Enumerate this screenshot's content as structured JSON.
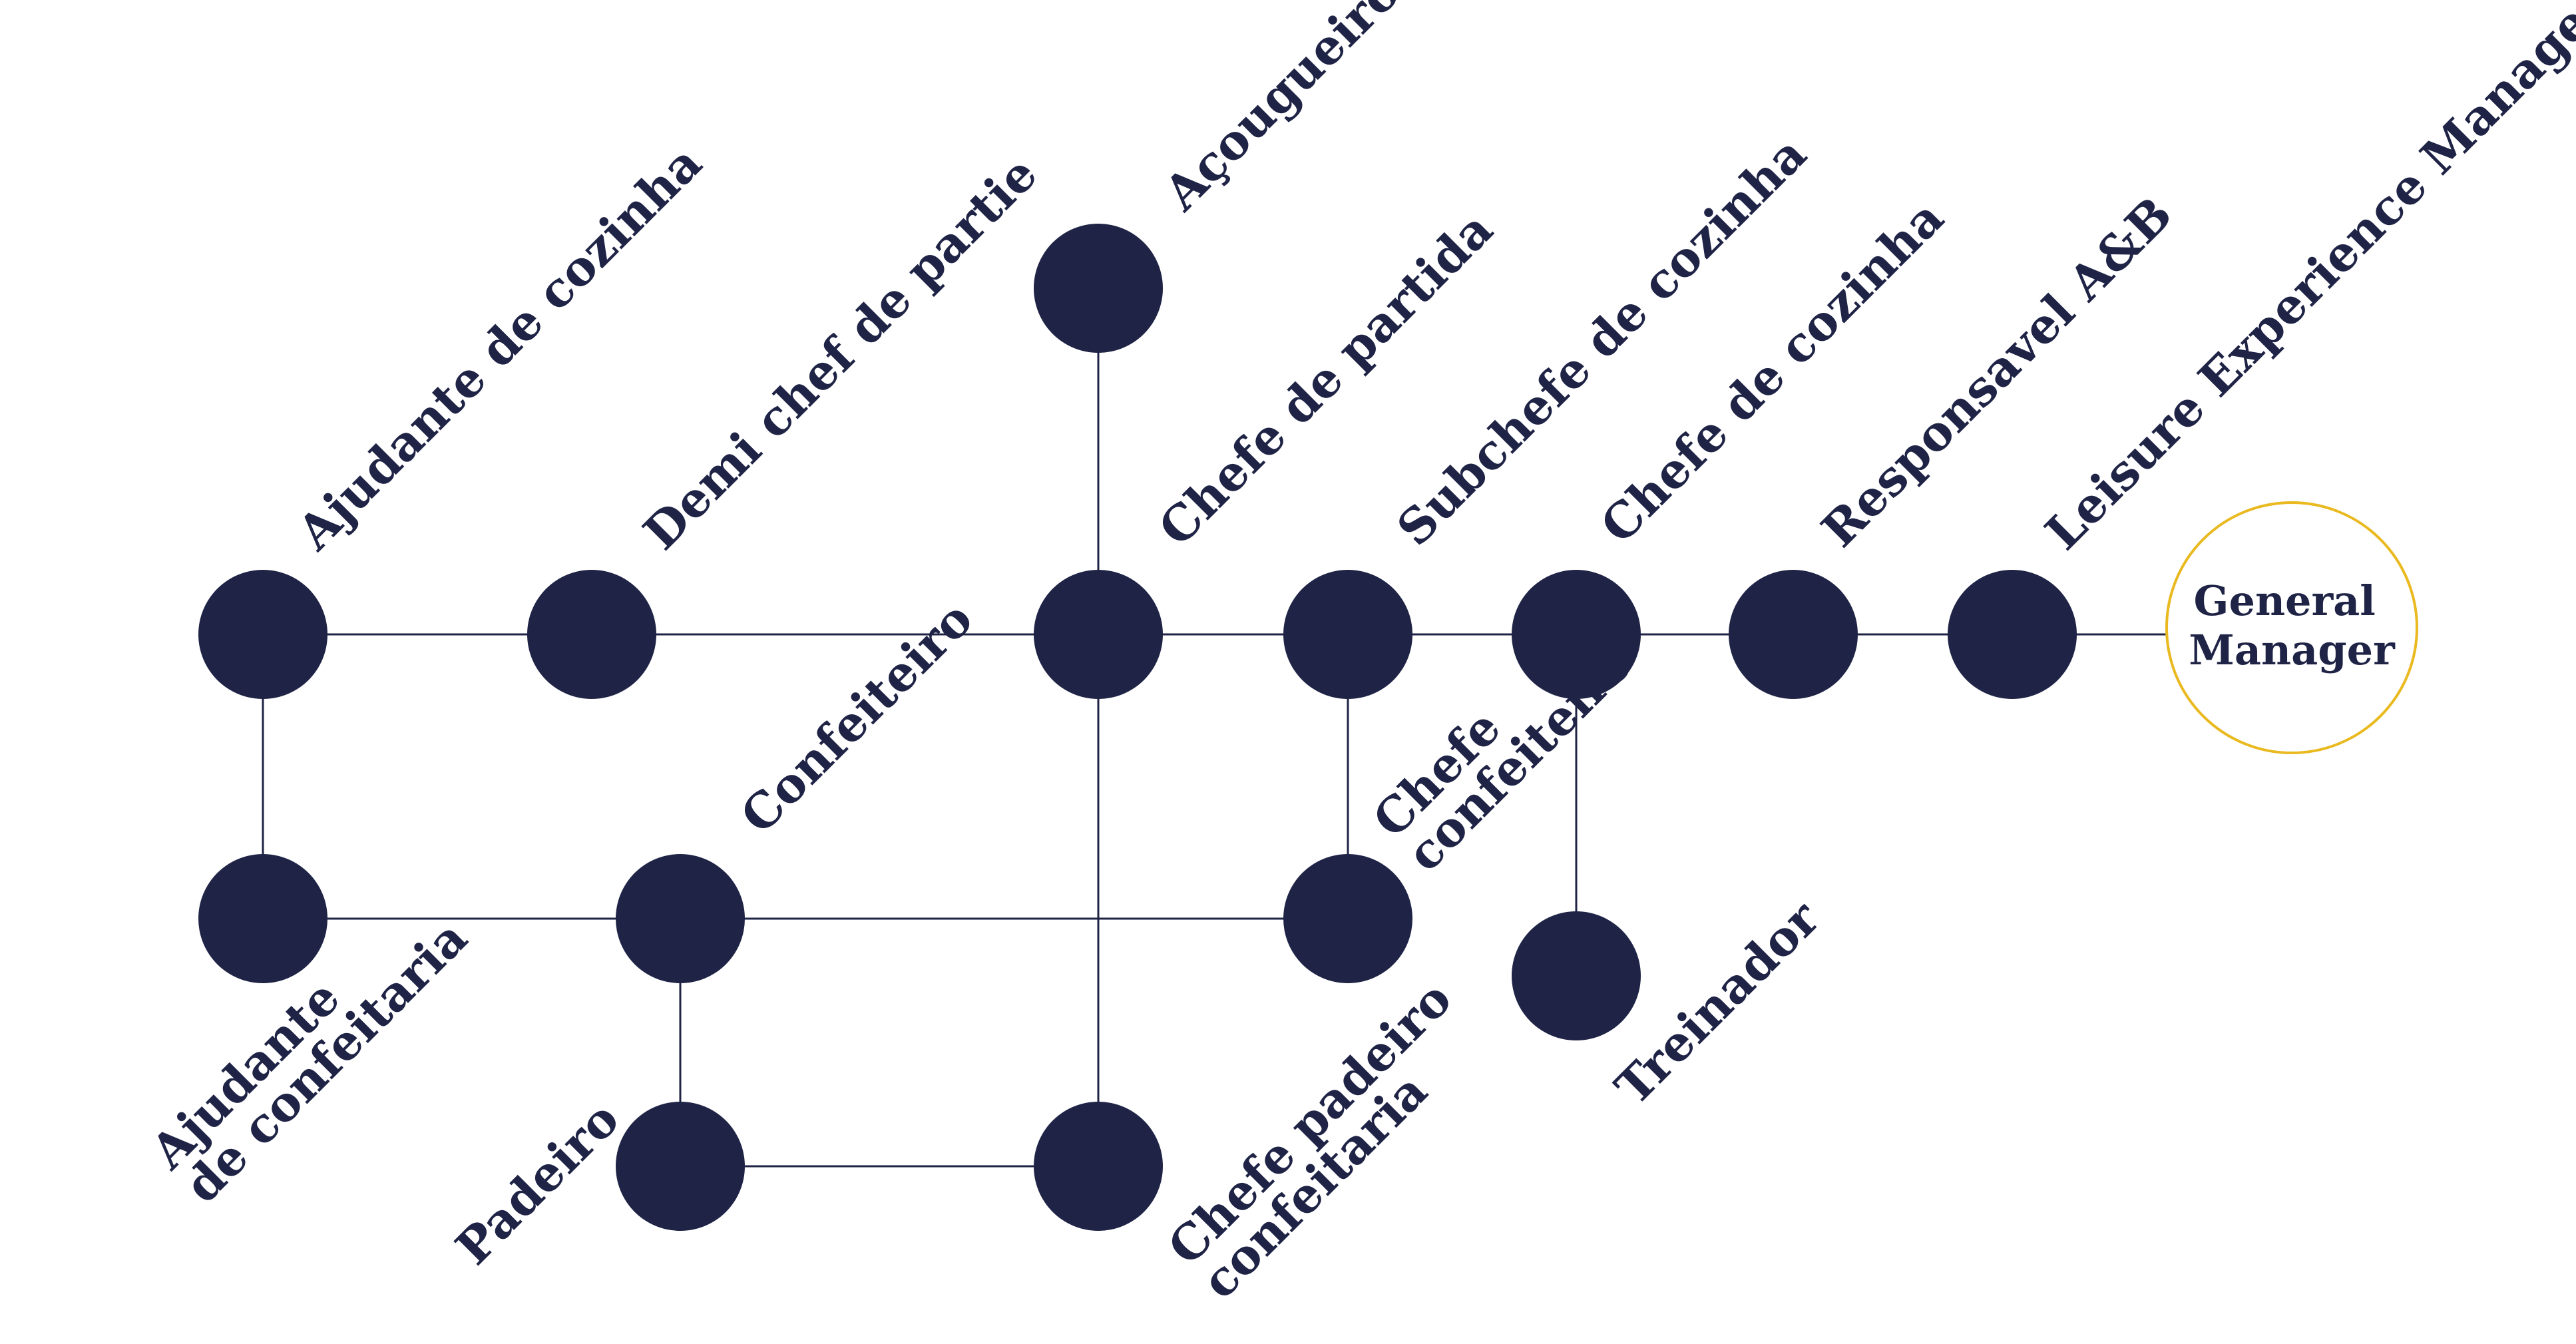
{
  "colors": {
    "node": "#1f2446",
    "line": "#1f2446",
    "highlight": "#e9b91f",
    "background": "#ffffff"
  },
  "roles": {
    "ajudante_cozinha": "Ajudante de cozinha",
    "demi_chef": "Demi chef de partie",
    "acougueiro": "Açougueiro",
    "chefe_partida": "Chefe de partida",
    "subchefe": "Subchefe de cozinha",
    "chefe_cozinha": "Chefe de cozinha",
    "responsavel": "Responsavel A&B",
    "leisure": "Leisure Experience Manager",
    "general_manager": [
      "General",
      "Manager"
    ],
    "confeiteiro": "Confeiteiro",
    "chefe_confeiteiro": [
      "Chefe",
      "confeiteiro"
    ],
    "treinador": "Treinador",
    "ajudante_confeitaria": [
      "Ajudante",
      "de confeitaria"
    ],
    "padeiro": "Padeiro",
    "chefe_padeiro": [
      "Chefe padeiro",
      "confeitaria"
    ]
  }
}
